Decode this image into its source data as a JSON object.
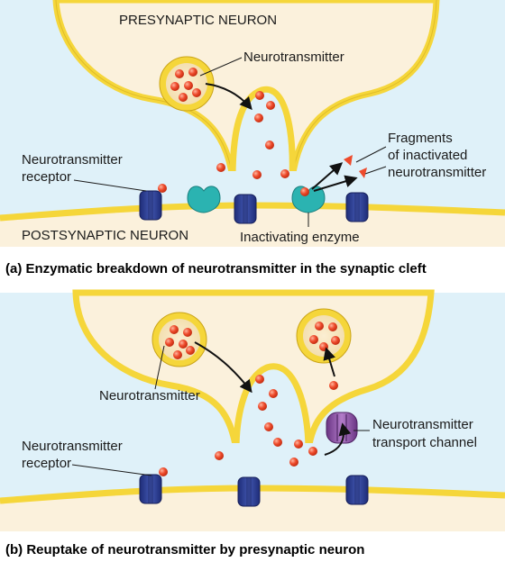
{
  "panel_a": {
    "presynaptic_label": "PRESYNAPTIC NEURON",
    "postsynaptic_label": "POSTSYNAPTIC NEURON",
    "neurotransmitter_label": "Neurotransmitter",
    "receptor_label_line1": "Neurotransmitter",
    "receptor_label_line2": "receptor",
    "fragments_line1": "Fragments",
    "fragments_line2": "of inactivated",
    "fragments_line3": "neurotransmitter",
    "enzyme_label": "Inactivating enzyme",
    "caption": "(a) Enzymatic breakdown of neurotransmitter in the synaptic cleft"
  },
  "panel_b": {
    "neurotransmitter_label": "Neurotransmitter",
    "receptor_label_line1": "Neurotransmitter",
    "receptor_label_line2": "receptor",
    "channel_label_line1": "Neurotransmitter",
    "channel_label_line2": "transport channel",
    "caption": "(b) Reuptake of neurotransmitter by presynaptic neuron"
  },
  "colors": {
    "panel_bg": "#dff1f9",
    "membrane": "#f5d63a",
    "membrane_edge": "#caa417",
    "cytoplasm": "#fbf1dc",
    "receptor": "#2e3f93",
    "enzyme": "#2bb3b1",
    "molecule": "#ee4a2b",
    "channel": "#8d55a6"
  }
}
